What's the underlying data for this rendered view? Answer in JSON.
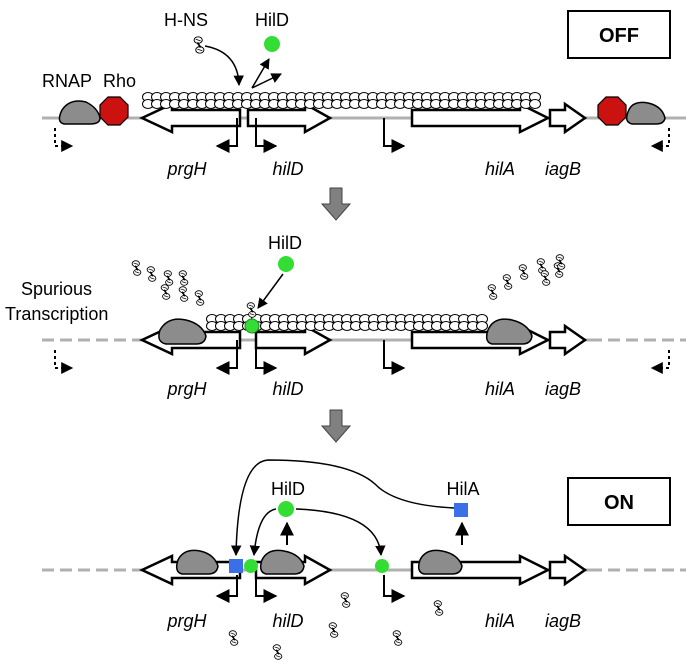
{
  "panel_top": {
    "state_label": "OFF",
    "hns_label": "H-NS",
    "hild_label": "HilD",
    "rnap_label": "RNAP",
    "rho_label": "Rho",
    "genes": {
      "prgH": "prgH",
      "hilD": "hilD",
      "hilA": "hilA",
      "iagB": "iagB"
    }
  },
  "panel_middle": {
    "hild_label": "HilD",
    "spurious_line1": "Spurious",
    "spurious_line2": "Transcription",
    "genes": {
      "prgH": "prgH",
      "hilD": "hilD",
      "hilA": "hilA",
      "iagB": "iagB"
    }
  },
  "panel_bottom": {
    "state_label": "ON",
    "hild_label": "HilD",
    "hila_label": "HilA",
    "genes": {
      "prgH": "prgH",
      "hilD": "hilD",
      "hilA": "hilA",
      "iagB": "iagB"
    }
  },
  "colors": {
    "dna": "#b0b0b0",
    "polymerase": "#8c8c8c",
    "rho": "#cc1111",
    "hild": "#33dd33",
    "hila": "#3b6fe8",
    "block_arrow": "#ffffff"
  }
}
